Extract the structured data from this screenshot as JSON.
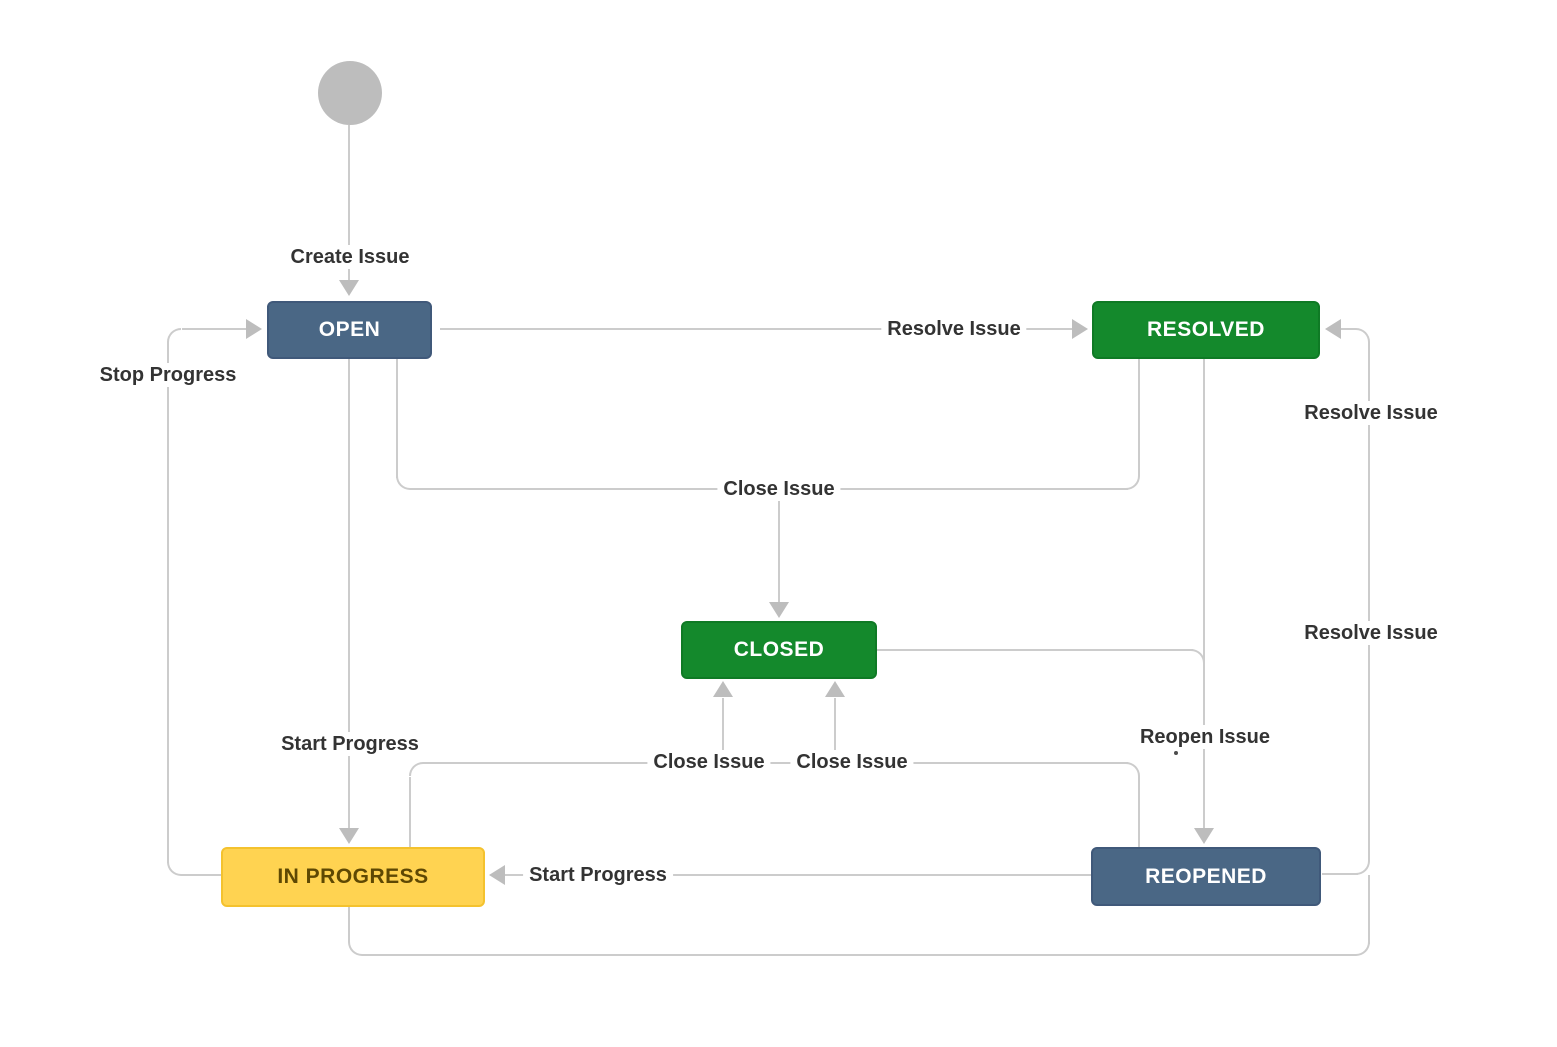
{
  "diagram": {
    "kind": "issue-workflow",
    "colors": {
      "background": "#ffffff",
      "edge_line": "#cccccc",
      "arrowhead": "#bdbdbd",
      "label_text": "#333333",
      "status_slate": "#4a6785",
      "status_green": "#14892c",
      "status_yellow": "#ffd351",
      "status_yellow_text": "#5e4803",
      "start_circle": "#bdbdbd"
    }
  },
  "nodes": {
    "start": {
      "label": "",
      "shape": "circle"
    },
    "open": {
      "label": "OPEN",
      "color": "#4a6785"
    },
    "resolved": {
      "label": "RESOLVED",
      "color": "#14892c"
    },
    "closed": {
      "label": "CLOSED",
      "color": "#14892c"
    },
    "in_progress": {
      "label": "IN PROGRESS",
      "color": "#ffd351"
    },
    "reopened": {
      "label": "REOPENED",
      "color": "#4a6785"
    }
  },
  "transitions": {
    "create_issue": {
      "label": "Create Issue",
      "from": "start",
      "to": "open"
    },
    "resolve_issue_open": {
      "label": "Resolve Issue",
      "from": "open",
      "to": "resolved"
    },
    "stop_progress": {
      "label": "Stop Progress",
      "from": "in_progress",
      "to": "open"
    },
    "close_issue_merged": {
      "label": "Close Issue",
      "from": "open,resolved",
      "to": "closed"
    },
    "resolve_issue_reopened": {
      "label": "Resolve Issue",
      "from": "reopened",
      "to": "resolved"
    },
    "resolve_issue_in_progress": {
      "label": "Resolve Issue",
      "from": "in_progress",
      "to": "resolved"
    },
    "start_progress_open": {
      "label": "Start Progress",
      "from": "open",
      "to": "in_progress"
    },
    "close_issue_in_progress": {
      "label": "Close Issue",
      "from": "in_progress",
      "to": "closed"
    },
    "close_issue_reopened": {
      "label": "Close Issue",
      "from": "reopened",
      "to": "closed"
    },
    "reopen_issue": {
      "label": "Reopen Issue",
      "from": "resolved,closed",
      "to": "reopened"
    },
    "start_progress_reopened": {
      "label": "Start Progress",
      "from": "reopened",
      "to": "in_progress"
    },
    "artifact_dot": {
      "label": "."
    }
  }
}
